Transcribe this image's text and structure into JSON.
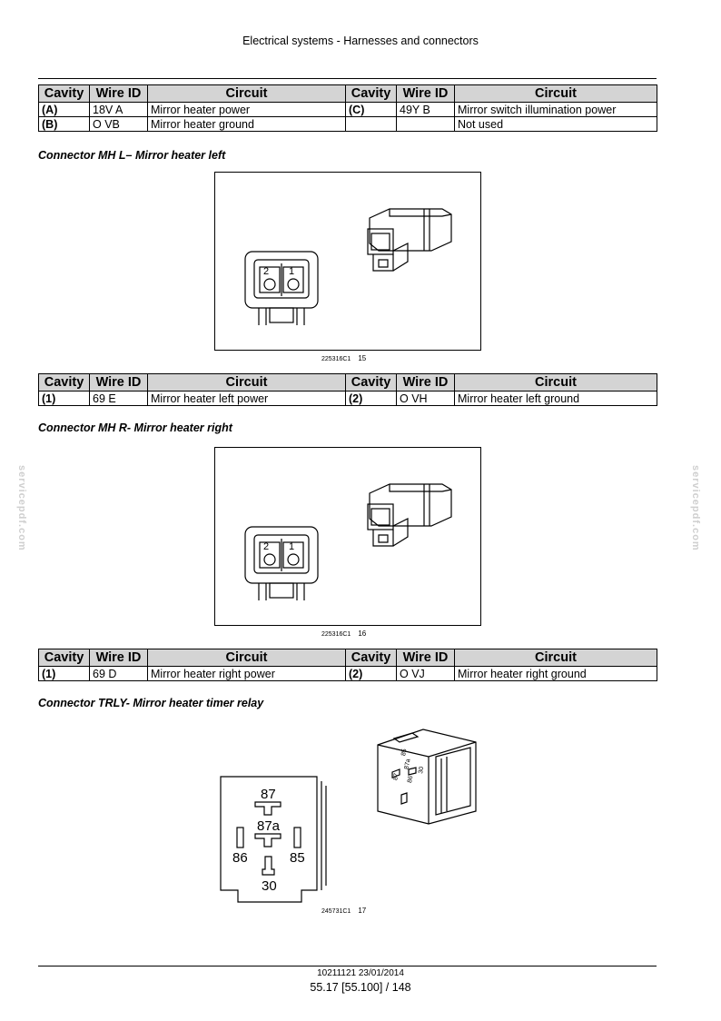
{
  "header": {
    "title": "Electrical systems - Harnesses and connectors"
  },
  "columns": [
    "Cavity",
    "Wire ID",
    "Circuit",
    "Cavity",
    "Wire ID",
    "Circuit"
  ],
  "table1": {
    "rows": [
      [
        "(A)",
        "18V A",
        "Mirror heater power",
        "(C)",
        "49Y B",
        "Mirror switch illumination power"
      ],
      [
        "(B)",
        "O VB",
        "Mirror heater ground",
        "",
        "",
        "Not used"
      ]
    ]
  },
  "section_mhl": {
    "heading": "Connector MH L– Mirror heater left",
    "figure": {
      "code": "225316C1",
      "number": "15",
      "pin_labels": [
        "2",
        "1"
      ]
    },
    "rows": [
      [
        "(1)",
        "69 E",
        "Mirror heater left power",
        "(2)",
        "O VH",
        "Mirror heater left ground"
      ]
    ]
  },
  "section_mhr": {
    "heading": "Connector MH R- Mirror heater right",
    "figure": {
      "code": "225316C1",
      "number": "16",
      "pin_labels": [
        "2",
        "1"
      ]
    },
    "rows": [
      [
        "(1)",
        "69 D",
        "Mirror heater right power",
        "(2)",
        "O VJ",
        "Mirror heater right ground"
      ]
    ]
  },
  "section_trly": {
    "heading": "Connector TRLY- Mirror heater timer relay",
    "figure": {
      "code": "245731C1",
      "number": "17",
      "terminal_labels": [
        "87",
        "87a",
        "86",
        "85",
        "30"
      ]
    }
  },
  "watermark": "servicepdf.com",
  "footer": {
    "doc_ref": "10211121 23/01/2014",
    "page": "55.17 [55.100] / 148"
  }
}
